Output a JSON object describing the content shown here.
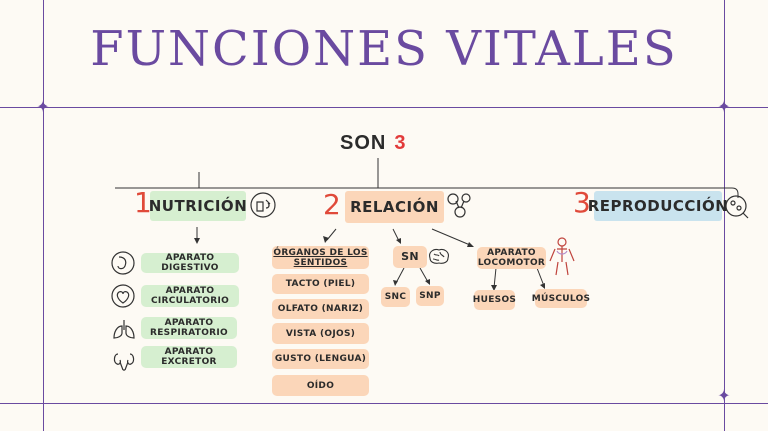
{
  "title": "FUNCIONES VITALES",
  "son_label": "SON",
  "son_count": "3",
  "categories": [
    {
      "number": "1",
      "label": "NUTRICIÓN"
    },
    {
      "number": "2",
      "label": "RELACIÓN"
    },
    {
      "number": "3",
      "label": "REPRODUCCIÓN"
    }
  ],
  "nutricion_items": [
    "APARATO DIGESTIVO",
    "APARATO\nCIRCULATORIO",
    "APARATO\nRESPIRATORIO",
    "APARATO EXCRETOR"
  ],
  "sentidos": {
    "header": "ÓRGANOS DE LOS\nSENTIDOS",
    "items": [
      "TACTO (PIEL)",
      "OLFATO (NARIZ)",
      "VISTA (OJOS)",
      "GUSTO (LENGUA)",
      "OÍDO"
    ]
  },
  "sn": {
    "label": "SN",
    "children": [
      "SNC",
      "SNP"
    ]
  },
  "locomotor": {
    "label": "APARATO\nLOCOMOTOR",
    "children": [
      "HUESOS",
      "MÚSCULOS"
    ]
  },
  "colors": {
    "accent": "#6a4aa0",
    "number": "#e04a3a",
    "green": "#d6efd0",
    "peach": "#fbd6b9",
    "blue": "#c9e3ee"
  },
  "icons": [
    "star-icon",
    "nutrition-icon",
    "brain-nerves-icon",
    "embryo-icon",
    "stomach-icon",
    "heart-icon",
    "lungs-icon",
    "kidneys-icon",
    "brain-icon",
    "body-muscles-icon"
  ]
}
